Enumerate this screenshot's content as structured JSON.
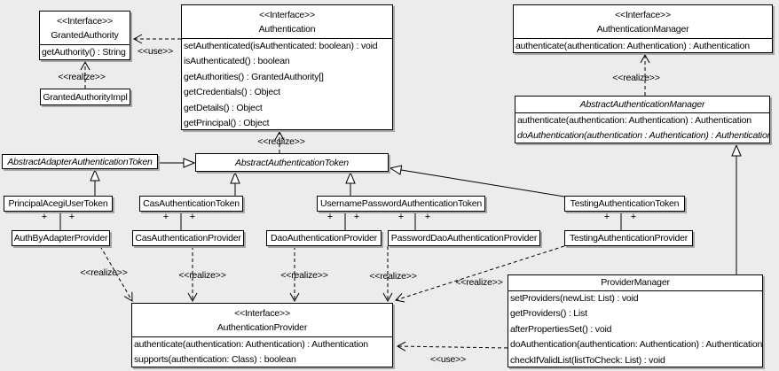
{
  "diagram": {
    "background": "#ececec",
    "box_fill": "#ffffff",
    "line_color": "#000000",
    "shadow_color": "#a7a7a7"
  },
  "labels": {
    "use": "<<use>>",
    "realize": "<<realize>>",
    "plus": "+"
  },
  "boxes": {
    "granted_authority": {
      "stereotype": "<<Interface>>",
      "title": "GrantedAuthority",
      "methods": [
        "getAuthority() : String"
      ]
    },
    "granted_authority_impl": {
      "title": "GrantedAuthorityImpl"
    },
    "authentication": {
      "stereotype": "<<Interface>>",
      "title": "Authentication",
      "methods": [
        "setAuthenticated(isAuthenticated: boolean) : void",
        "isAuthenticated() : boolean",
        "getAuthorities() : GrantedAuthority[]",
        "getCredentials() : Object",
        "getDetails() : Object",
        "getPrincipal() : Object"
      ]
    },
    "authentication_manager": {
      "stereotype": "<<Interface>>",
      "title": "AuthenticationManager",
      "methods": [
        "authenticate(authentication: Authentication) : Authentication"
      ]
    },
    "abstract_authentication_manager": {
      "title": "AbstractAuthenticationManager",
      "methods": [
        "authenticate(authentication: Authentication) : Authentication",
        "doAuthentication(authentication : Authentication) : Authentication"
      ]
    },
    "abstract_adapter_authentication_token": {
      "title": "AbstractAdapterAuthenticationToken"
    },
    "abstract_authentication_token": {
      "title": "AbstractAuthenticationToken"
    },
    "principal_acegi_user_token": {
      "title": "PrincipalAcegiUserToken"
    },
    "cas_authentication_token": {
      "title": "CasAuthenticationToken"
    },
    "username_password_authentication_token": {
      "title": "UsernamePasswordAuthenticationToken"
    },
    "testing_authentication_token": {
      "title": "TestingAuthenticationToken"
    },
    "auth_by_adapter_provider": {
      "title": "AuthByAdapterProvider"
    },
    "cas_authentication_provider": {
      "title": "CasAuthenticationProvider"
    },
    "dao_authentication_provider": {
      "title": "DaoAuthenticationProvider"
    },
    "password_dao_authentication_provider": {
      "title": "PasswordDaoAuthenticationProvider"
    },
    "testing_authentication_provider": {
      "title": "TestingAuthenticationProvider"
    },
    "authentication_provider": {
      "stereotype": "<<Interface>>",
      "title": "AuthenticationProvider",
      "methods": [
        "authenticate(authentication: Authentication) : Authentication",
        "supports(authentication: Class) : boolean"
      ]
    },
    "provider_manager": {
      "title": "ProviderManager",
      "methods": [
        "setProviders(newList: List) : void",
        "getProviders() : List",
        "afterPropertiesSet() : void",
        "doAuthentication(authentication: Authentication) : Authentication",
        "checkIfValidList(listToCheck: List) : void"
      ]
    }
  }
}
